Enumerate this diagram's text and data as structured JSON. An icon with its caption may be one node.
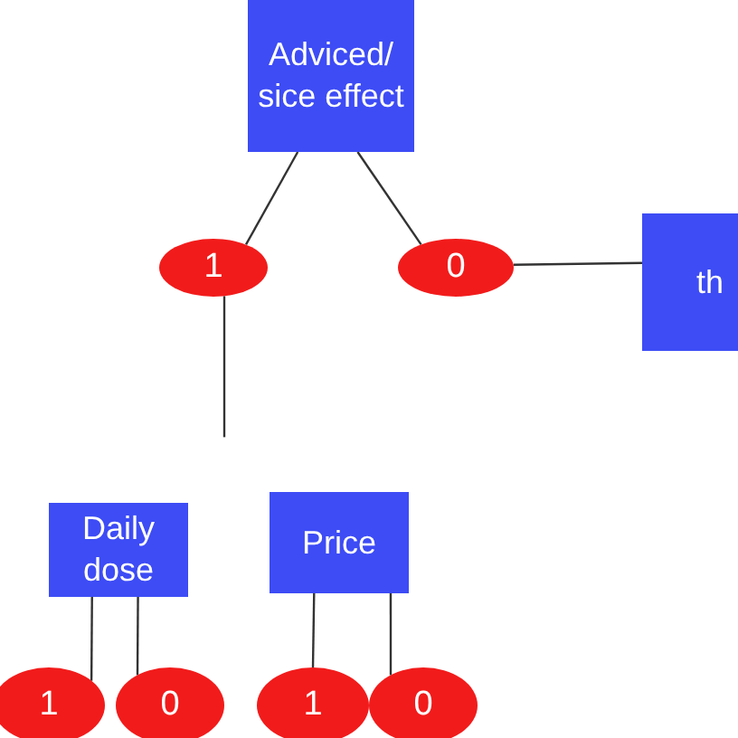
{
  "diagram": {
    "nodes": [
      {
        "text": [
          "Adviced/ sice effect"
        ]
      },
      {
        "text": [
          "1"
        ]
      },
      {
        "text": [
          "0"
        ]
      },
      {
        "text": [
          "th"
        ]
      },
      {
        "text": [
          "Daily dose"
        ]
      },
      {
        "text": [
          "Price"
        ]
      },
      {
        "text": [
          "1"
        ]
      },
      {
        "text": [
          "0"
        ]
      },
      {
        "text": [
          "1"
        ]
      },
      {
        "text": [
          "0"
        ]
      }
    ],
    "edges": [
      {
        "from": 0,
        "to": 1,
        "arrow": "none"
      },
      {
        "from": 0,
        "to": 2,
        "arrow": "none"
      },
      {
        "from": 2,
        "to": 3,
        "arrow": "none"
      },
      {
        "from": 1,
        "to": null,
        "arrow": "none"
      },
      {
        "from": 4,
        "to": 6,
        "arrow": "none"
      },
      {
        "from": 4,
        "to": 7,
        "arrow": "none"
      },
      {
        "from": 5,
        "to": 8,
        "arrow": "none"
      },
      {
        "from": 5,
        "to": 9,
        "arrow": "none"
      }
    ]
  }
}
